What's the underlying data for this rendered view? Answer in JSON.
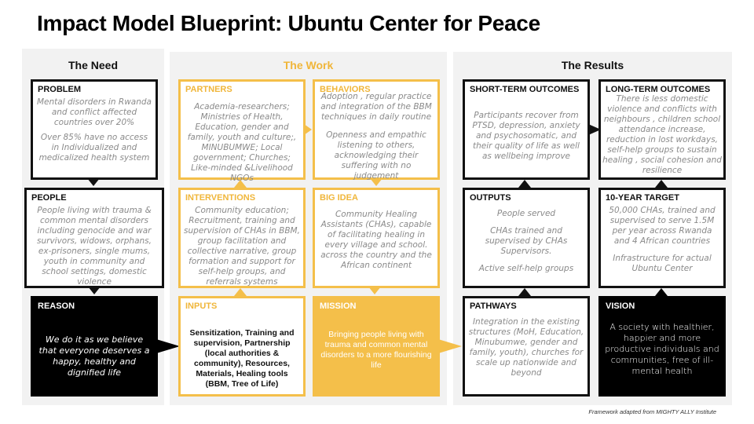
{
  "title": "Impact Model Blueprint: Ubuntu Center for Peace",
  "panels": {
    "need": "The Need",
    "work": "The Work",
    "results": "The Results"
  },
  "colors": {
    "gold": "#f4bf4a",
    "black": "#000000",
    "panel_bg": "#f2f2f2"
  },
  "need": {
    "problem": {
      "label": "PROBLEM",
      "lines": [
        "Mental disorders in Rwanda and conflict affected countries over 20%",
        "Over 85% have no access in Individualized and medicalized health system"
      ]
    },
    "people": {
      "label": "PEOPLE",
      "text": "People living with trauma & common mental disorders including genocide and war survivors, widows, orphans, ex-prisoners, single mums, youth in community and school settings, domestic violence"
    },
    "reason": {
      "label": "REASON",
      "text": "We do it as we believe that everyone deserves a happy, healthy and dignified life"
    }
  },
  "work": {
    "partners": {
      "label": "PARTNERS",
      "text": "Academia-researchers; Ministries of Health, Education, gender and family, youth and culture;, MINUBUMWE; Local government; Churches; Like-minded &Livelihood NGOs"
    },
    "behaviors": {
      "label": "BEHAVIORS",
      "lines": [
        "Adoption , regular practice and integration of the BBM techniques in daily routine",
        "Openness and empathic listening to others, acknowledging their suffering with no judgement"
      ]
    },
    "interventions": {
      "label": "INTERVENTIONS",
      "text": "Community education; Recruitment, training and supervision of CHAs in BBM, group facilitation and collective narrative, group formation and support for self-help groups, and referrals systems"
    },
    "big_idea": {
      "label": "BIG IDEA",
      "text": "Community Healing Assistants (CHAs), capable of facilitating healing in every village and school. across the country and the African continent"
    },
    "inputs": {
      "label": "INPUTS",
      "text": "Sensitization, Training and supervision, Partnership (local authorities & community), Resources, Materials, Healing tools (BBM, Tree of Life)"
    },
    "mission": {
      "label": "MISSION",
      "text": "Bringing people living with trauma and common mental disorders to a more flourishing life"
    }
  },
  "results": {
    "short_term": {
      "label": "SHORT-TERM OUTCOMES",
      "text": "Participants recover from PTSD, depression, anxiety and psychosomatic, and their quality of life as well as wellbeing improve"
    },
    "long_term": {
      "label": "LONG-TERM OUTCOMES",
      "text": "There is less domestic violence and conflicts with neighbours , children school attendance increase, reduction in lost workdays, self-help groups to sustain healing , social cohesion and resilience"
    },
    "outputs": {
      "label": "OUTPUTS",
      "lines": [
        "People served",
        "CHAs trained and supervised by CHAs Supervisors.",
        "Active self-help groups"
      ]
    },
    "target": {
      "label": "10-YEAR TARGET",
      "lines": [
        "50,000 CHAs, trained and supervised to serve 1.5M per year across Rwanda and 4 African countries",
        "Infrastructure for actual Ubuntu Center"
      ]
    },
    "pathways": {
      "label": "PATHWAYS",
      "text": "Integration in the existing structures (MoH, Education, Minubumwe, gender and family, youth), churches for scale up nationwide and beyond"
    },
    "vision": {
      "label": "VISION",
      "text": "A society with healthier, happier and more productive individuals and communities, free of ill-mental health"
    }
  },
  "footnote": "Framework adapted from MIGHTY ALLY Institute"
}
